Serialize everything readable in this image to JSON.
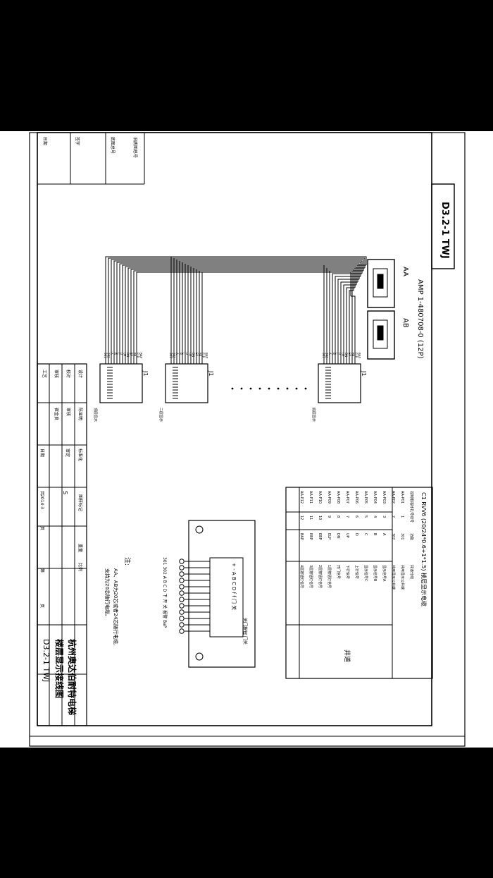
{
  "title_block": {
    "company": "杭州奥达伯耐特电梯",
    "drawing_title": "楼层显示接线图",
    "drawing_no": "D3.2-1 TWJ",
    "corner_no": "D3.2-1 TWJ",
    "stage_label": "S",
    "date_value": "2014·3",
    "footer": {
      "total": "共",
      "page": "页",
      "sheet": "第",
      "page2": "页"
    },
    "marks": {
      "revision": "图样标记",
      "weight": "重量",
      "scale": "比例"
    },
    "roles": [
      {
        "role": "设计",
        "name": "陈显明"
      },
      {
        "role": "校对",
        "name": "审核"
      },
      {
        "role": "审核",
        "name": "崔金良"
      },
      {
        "role": "工艺",
        "name": ""
      }
    ],
    "approve": {
      "label": "标准化",
      "value": "批准",
      "approve_label": "审定",
      "date_label": "日期"
    }
  },
  "left_strip": {
    "drawing_ref": "旧底图总号",
    "base_ref": "底图总号",
    "sign": "签字",
    "date": "日期"
  },
  "connector": {
    "part_no": "AMP 1-480708-0 (12P)",
    "aa": "AA",
    "ab": "AB"
  },
  "boards": [
    {
      "label": "J1",
      "caption": "顶层显示"
    },
    {
      "label": "J1",
      "caption": "二层显示"
    },
    {
      "label": "J1",
      "caption": "底层显示"
    }
  ],
  "pin_labels": [
    "301",
    "302",
    "A",
    "B",
    "C",
    "D",
    "UP",
    "DN",
    "EP",
    "BP",
    "ELP",
    "BAP"
  ],
  "wiring_table": {
    "caption": "C1 RVV6 (20/24*0.6+1*1.5) 楼层显示电缆",
    "headers": [
      "控制柜插针孔号",
      "线号",
      "功能",
      "井道分线"
    ],
    "rows": [
      [
        "AA-P01",
        "1",
        "301",
        "共用显示公共端"
      ],
      [
        "AA-P02",
        "2",
        "302",
        "共用显示公共端"
      ],
      [
        "AA-P03",
        "3",
        "A",
        "显示信号A"
      ],
      [
        "AA-P04",
        "4",
        "B",
        "显示信号B"
      ],
      [
        "AA-P05",
        "5",
        "C",
        "显示信号C"
      ],
      [
        "AA-P06",
        "6",
        "D",
        "上行信号"
      ],
      [
        "AA-P07",
        "7",
        "UP",
        "下行信号"
      ],
      [
        "AA-P08",
        "8",
        "DN",
        "开门信号"
      ],
      [
        "AA-P09",
        "9",
        "ELP",
        "1层按钮灯信号"
      ],
      [
        "AA-P10",
        "10",
        "EBP",
        "2层按钮灯信号"
      ],
      [
        "AA-P11",
        "11",
        "EBP",
        "3层按钮灯信号"
      ],
      [
        "AA-P12",
        "12",
        "BAP",
        "4层按钮灯信号"
      ]
    ],
    "side_label": "井道"
  },
  "terminal_block": {
    "header": "关门按钮 门关",
    "bottom_label": "301 302 A B C D 下 开 关 报警 BaP",
    "top_label": "+ - A B C D f f 门 关"
  },
  "note": {
    "title": "注:",
    "line1": "AA、AB为20芯或者24芯随行电缆,",
    "line2": "支持为20芯随行电缆。"
  }
}
